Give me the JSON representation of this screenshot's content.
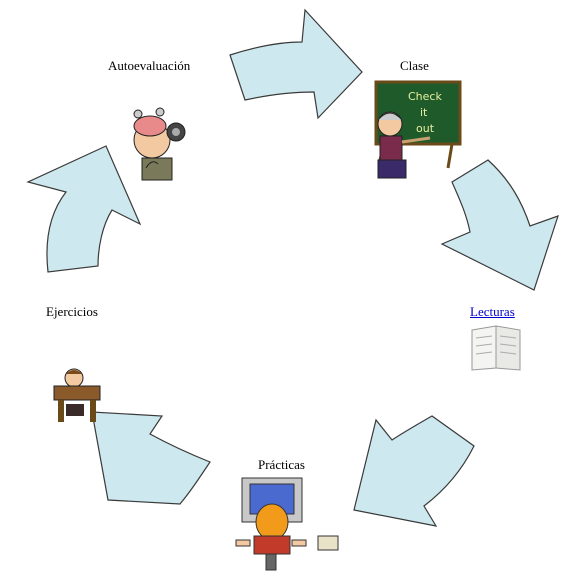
{
  "diagram": {
    "nodes": [
      {
        "id": "clase",
        "label": "Clase",
        "icon": "teacher-chalkboard-icon",
        "chalkboard_text": [
          "Check",
          "it",
          "out"
        ]
      },
      {
        "id": "lecturas",
        "label": "Lecturas",
        "icon": "open-book-icon",
        "is_link": true
      },
      {
        "id": "practicas",
        "label": "Prácticas",
        "icon": "student-at-computer-icon"
      },
      {
        "id": "ejercicios",
        "label": "Ejercicios",
        "icon": "student-at-desk-icon"
      },
      {
        "id": "autoevaluacion",
        "label": "Autoevaluación",
        "icon": "thinking-scientist-icon"
      }
    ],
    "cycle": [
      "autoevaluacion",
      "clase",
      "lecturas",
      "practicas",
      "ejercicios",
      "autoevaluacion"
    ],
    "colors": {
      "arrow_fill": "#cde8ee",
      "arrow_stroke": "#3a3a3a",
      "link": "#0000cc",
      "chalkboard": "#1f5a2a"
    }
  }
}
